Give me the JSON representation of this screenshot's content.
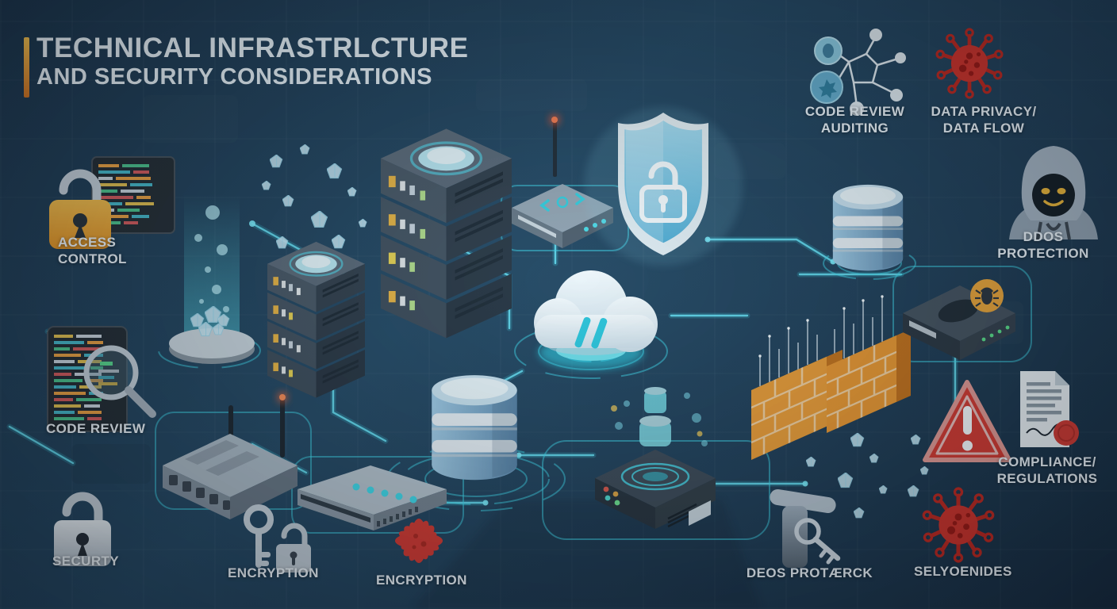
{
  "title": {
    "line1": "TECHNICAL INFRASTRLCTURE",
    "line2": "AND SECURITY CONSIDERATIONS"
  },
  "labels": {
    "access_control": "ACCESS\nCONTROL",
    "code_review": "CODE REVIEW",
    "security": "SECURTY",
    "encryption_left": "ENCRYPTION",
    "encryption_center": "ENCRYPTION",
    "code_review_auditing": "CODE REVIEW\nAUDITING",
    "data_privacy": "DATA PRIVACY/\nDATA FLOW",
    "ddos_protection": "DDOS\nPROTECTION",
    "compliance": "COMPLIANCE/\nREGULATIONS",
    "ddos_bottom": "DEOS PROTÆRCK",
    "selyoenides": "SELYOENIDES"
  },
  "icons": {
    "code_review_auditing": "network-nodes-icon",
    "data_privacy": "virus-icon",
    "access_control": "orange-padlock-and-code-icon",
    "code_review": "code-screen-magnifier-icon",
    "security": "gray-padlock-icon",
    "encryption_left": "key-and-padlock-icon",
    "encryption_center": "red-splat-icon",
    "ddos_protection": "hooded-hacker-icon",
    "compliance": "warning-triangle-and-document-icon",
    "ddos_bottom": "inspector-key-icon",
    "selyoenides": "virus-icon"
  },
  "colors": {
    "background": "#20405a",
    "accent_cyan": "#3fe0f5",
    "accent_orange": "#f0a432",
    "alert_red": "#d7362c",
    "shield_blue": "#7ec8e8",
    "text": "#f2f6fa"
  }
}
